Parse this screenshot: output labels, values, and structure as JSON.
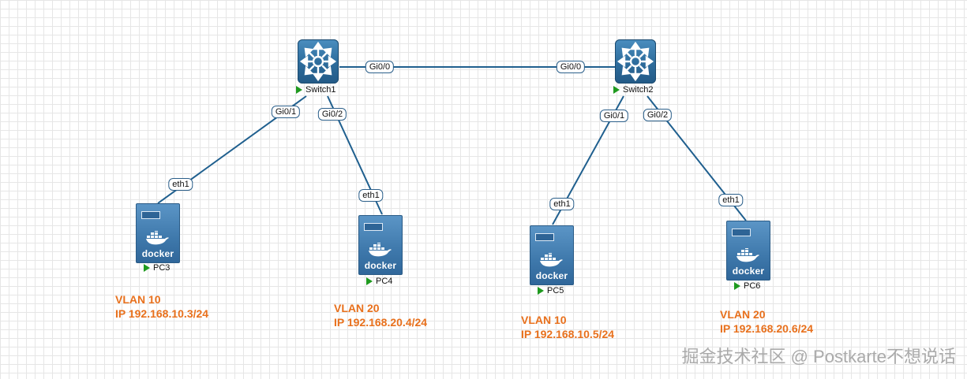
{
  "colors": {
    "link": "#1f5f8e",
    "accent": "#e8701c",
    "status": "#1f9a1f"
  },
  "switches": [
    {
      "name": "Switch1",
      "icon": "switch-icon"
    },
    {
      "name": "Switch2",
      "icon": "switch-icon"
    }
  ],
  "pcs": [
    {
      "name": "PC3",
      "brand": "docker",
      "vlan": "VLAN 10",
      "ip": "IP 192.168.10.3/24"
    },
    {
      "name": "PC4",
      "brand": "docker",
      "vlan": "VLAN 20",
      "ip": "IP 192.168.20.4/24"
    },
    {
      "name": "PC5",
      "brand": "docker",
      "vlan": "VLAN 10",
      "ip": "IP 192.168.10.5/24"
    },
    {
      "name": "PC6",
      "brand": "docker",
      "vlan": "VLAN 20",
      "ip": "IP 192.168.20.6/24"
    }
  ],
  "ports": {
    "sw1_uplink": "Gi0/0",
    "sw2_uplink": "Gi0/0",
    "sw1_pc3": "Gi0/1",
    "sw1_pc4": "Gi0/2",
    "sw2_pc5": "Gi0/1",
    "sw2_pc6": "Gi0/2",
    "pc3_eth": "eth1",
    "pc4_eth": "eth1",
    "pc5_eth": "eth1",
    "pc6_eth": "eth1"
  },
  "watermark": "掘金技术社区 @ Postkarte不想说话"
}
